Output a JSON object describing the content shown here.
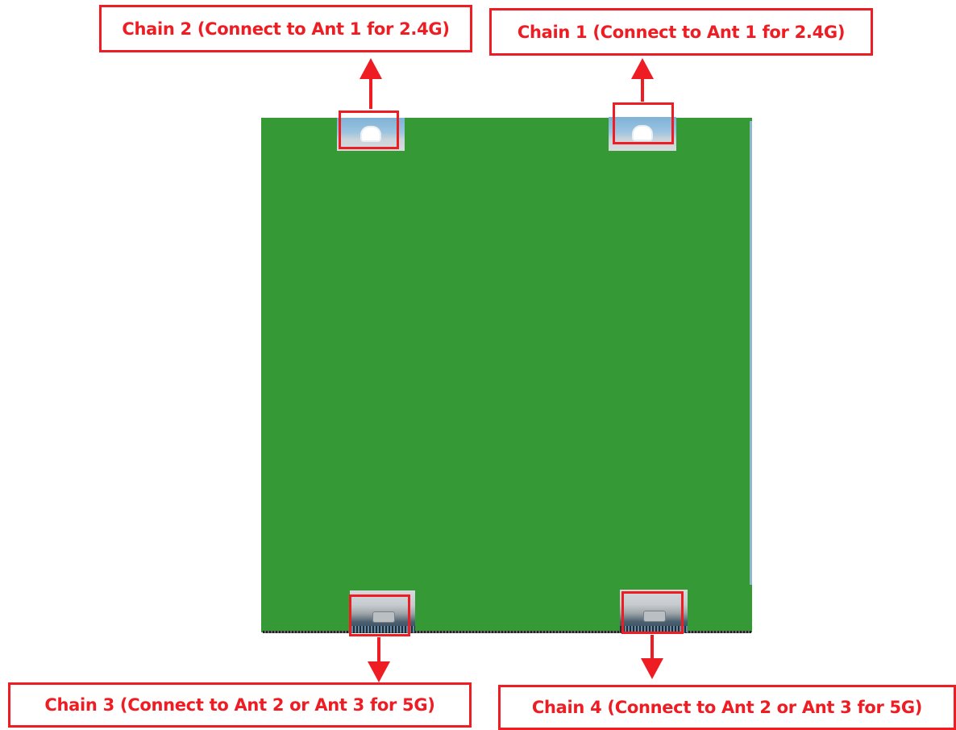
{
  "labels": {
    "chain_1": "Chain 1 (Connect to Ant 1 for 2.4G)",
    "chain_2": "Chain 2 (Connect to Ant 1 for 2.4G)",
    "chain_3": "Chain 3 (Connect to Ant 2 or Ant 3 for 5G)",
    "chain_4": "Chain 4 (Connect to Ant 2 or Ant 3 for 5G)"
  },
  "colors": {
    "annotation": "#ee1c23",
    "board": "#359a35",
    "background": "#ffffff"
  },
  "icons": {
    "top_connectors": "antenna-connector-icon",
    "bottom_connectors": "antenna-connector-icon",
    "arrows": "arrow-icon"
  }
}
